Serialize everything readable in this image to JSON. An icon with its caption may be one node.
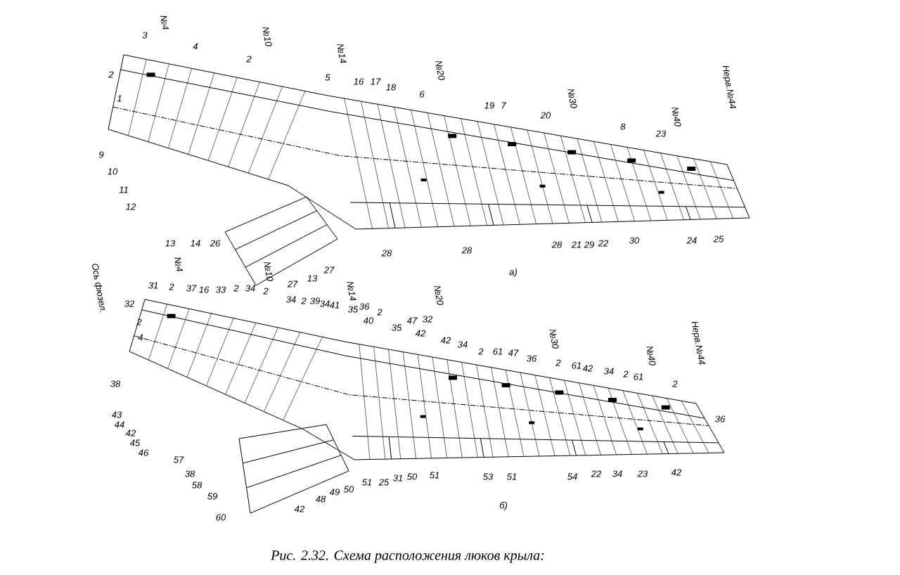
{
  "diagram": {
    "caption": "Рис. 2.32. Схема расположения люков крыла:",
    "labels": [
      "3",
      "№4",
      "4",
      "2",
      "№10",
      "2",
      "1",
      "5",
      "№14",
      "16",
      "17",
      "18",
      "6",
      "№20",
      "19",
      "7",
      "20",
      "№30",
      "8",
      "23",
      "№40",
      "Нерв.№44",
      "9",
      "10",
      "11",
      "12",
      "13",
      "14",
      "26",
      "28",
      "28",
      "28",
      "21",
      "29",
      "22",
      "30",
      "24",
      "25",
      "27",
      "13",
      "27",
      "а)",
      "Ось фюзел.",
      "31",
      "32",
      "2",
      "№4",
      "37",
      "16",
      "33",
      "2",
      "34",
      "№10",
      "2",
      "34",
      "2",
      "39",
      "34",
      "41",
      "№14",
      "35",
      "36",
      "2",
      "40",
      "35",
      "47",
      "32",
      "42",
      "№20",
      "42",
      "34",
      "2",
      "61",
      "47",
      "36",
      "№30",
      "2",
      "61",
      "42",
      "34",
      "2",
      "61",
      "№40",
      "2",
      "Нерв.№44",
      "2",
      "4",
      "38",
      "36",
      "43",
      "44",
      "42",
      "45",
      "46",
      "57",
      "38",
      "58",
      "59",
      "60",
      "42",
      "48",
      "49",
      "50",
      "51",
      "25",
      "31",
      "50",
      "51",
      "53",
      "51",
      "54",
      "22",
      "34",
      "23",
      "42",
      "б)"
    ]
  }
}
